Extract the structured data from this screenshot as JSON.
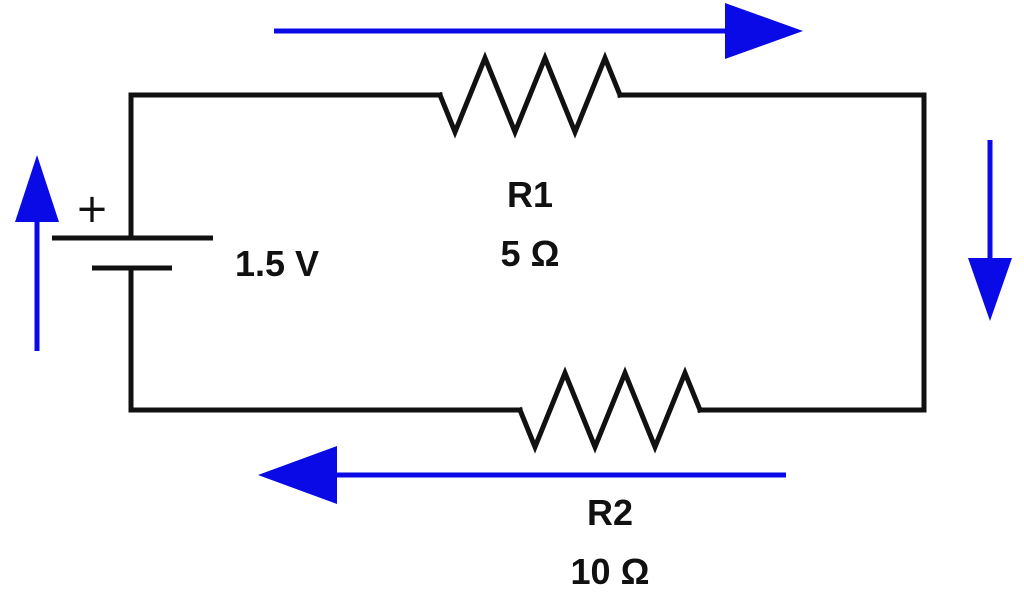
{
  "colors": {
    "wire": "#111111",
    "current_arrow": "#0a0ae6",
    "background": "#ffffff"
  },
  "battery": {
    "polarity_label": "+",
    "voltage_label": "1.5 V"
  },
  "resistors": [
    {
      "name_label": "R1",
      "value_label": "5 Ω"
    },
    {
      "name_label": "R2",
      "value_label": "10 Ω"
    }
  ],
  "current_arrows": [
    {
      "segment": "top",
      "direction": "right"
    },
    {
      "segment": "right",
      "direction": "down"
    },
    {
      "segment": "bottom",
      "direction": "left"
    },
    {
      "segment": "left",
      "direction": "up"
    }
  ]
}
